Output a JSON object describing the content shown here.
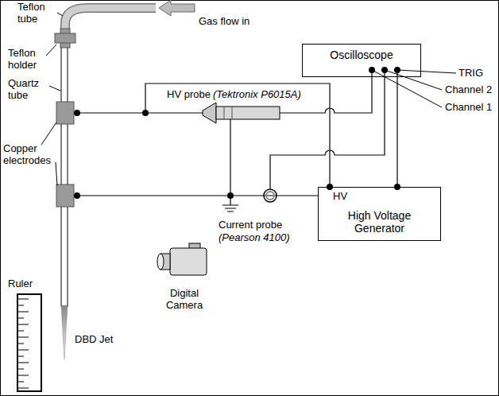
{
  "diagram": {
    "nodes": [
      {
        "text": [
          "Oscilloscope"
        ]
      },
      {
        "text": [
          "High Voltage Generator"
        ]
      }
    ],
    "edges": [
      {
        "from": 0,
        "to": 1,
        "arrow": "none"
      }
    ],
    "labels": [
      "Teflon tube",
      "Gas flow in",
      "Teflon holder",
      "Quartz tube",
      "HV probe",
      "(Tektronix P6015A)",
      "TRIG",
      "Channel 2",
      "Channel 1",
      "Copper electrodes",
      "HV",
      "Current probe",
      "(Pearson 4100)",
      "Digital Camera",
      "Ruler",
      "DBD Jet"
    ]
  }
}
